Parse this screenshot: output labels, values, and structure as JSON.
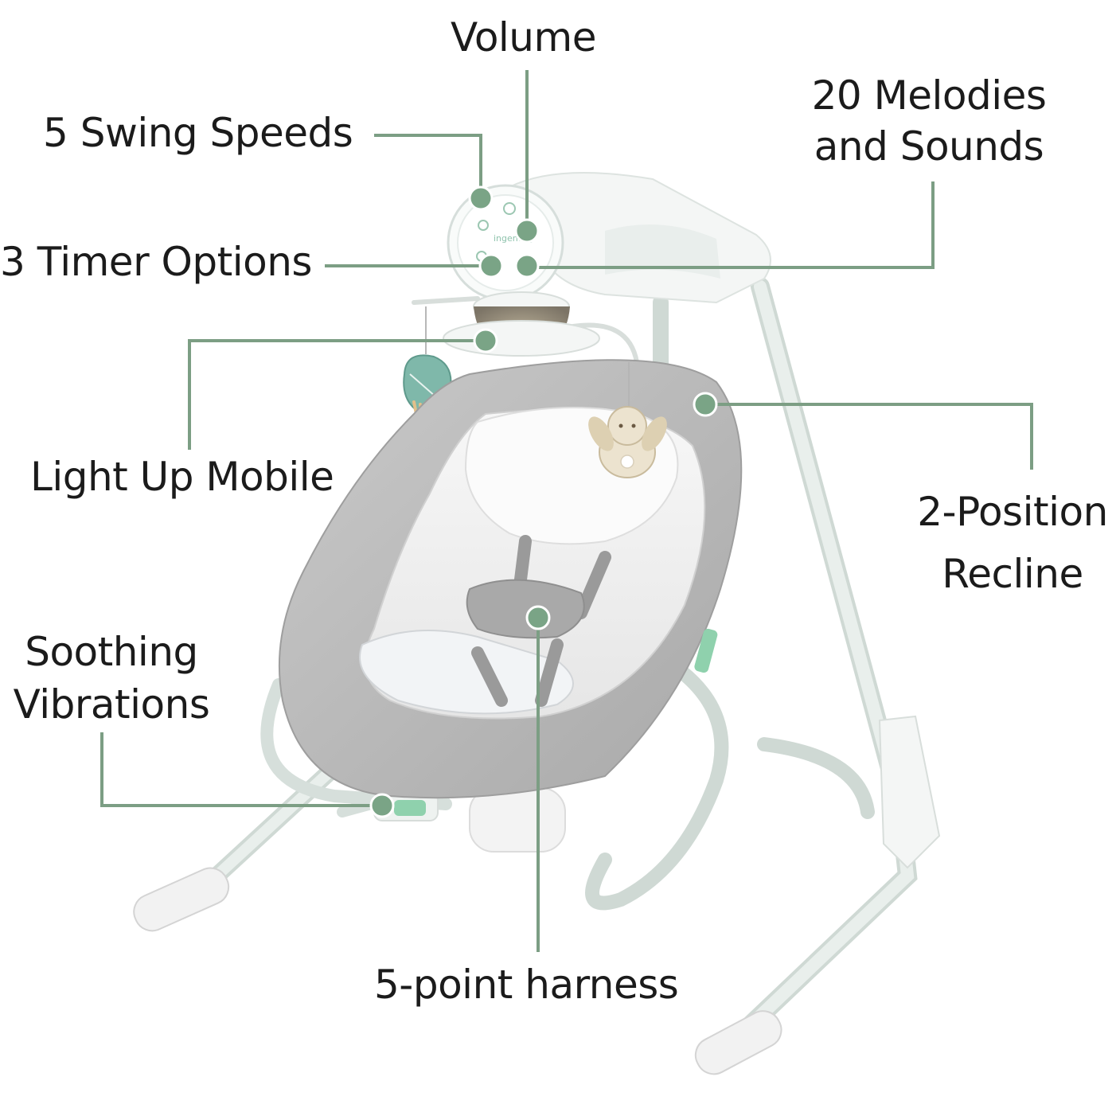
{
  "callouts": {
    "volume": "Volume",
    "melodies_line1": "20 Melodies",
    "melodies_line2": "and Sounds",
    "swing_speeds": "5 Swing Speeds",
    "timer_options": "3 Timer Options",
    "light_up_mobile": "Light Up Mobile",
    "recline_line1": "2-Position",
    "recline_line2": "Recline",
    "vibrations_line1": "Soothing",
    "vibrations_line2": "Vibrations",
    "harness": "5-point harness"
  },
  "product": {
    "brand_on_panel": "ingenuity"
  },
  "colors": {
    "leader_line": "#7c9e84",
    "dot": "#7aa486",
    "label_text": "#1b1b1b",
    "frame": "#dfe7e3",
    "seat_gray": "#b9b9b9",
    "accent_green": "#8fd1ad"
  }
}
